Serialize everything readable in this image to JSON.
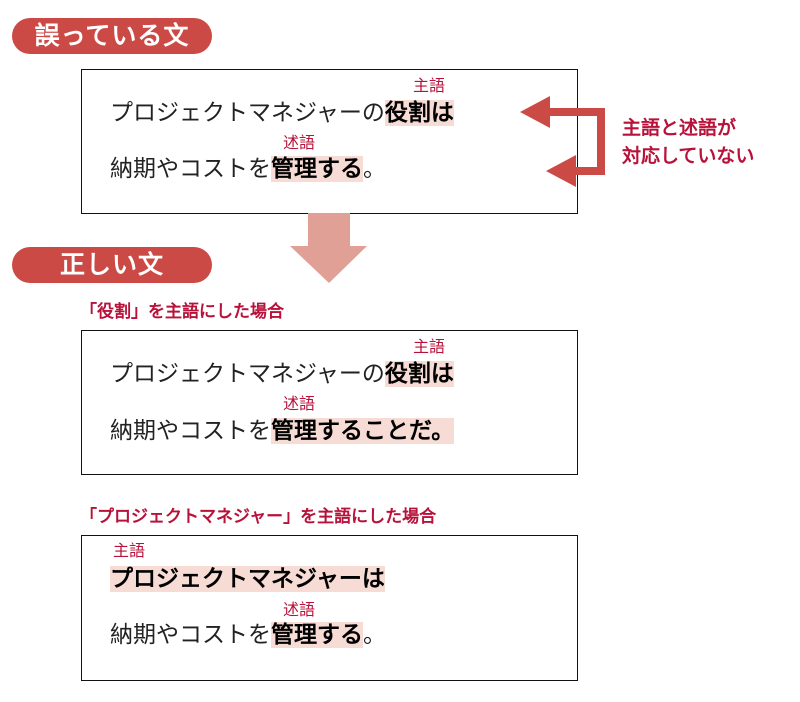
{
  "wrong": {
    "badge": "誤っている文",
    "subject_label": "主語",
    "predicate_label": "述語",
    "line1_plain": "プロジェクトマネジャーの",
    "line1_subject": "役割は",
    "line2_plain": "納期やコストを",
    "line2_predicate": "管理する",
    "line2_end": "。",
    "note_line1": "主語と述語が",
    "note_line2": "対応していない"
  },
  "correct": {
    "badge": "正しい文",
    "case1": {
      "heading": "「役割」を主語にした場合",
      "subject_label": "主語",
      "predicate_label": "述語",
      "line1_plain": "プロジェクトマネジャーの",
      "line1_subject": "役割は",
      "line2_plain": "納期やコストを",
      "line2_predicate": "管理することだ。"
    },
    "case2": {
      "heading": "「プロジェクトマネジャー」を主語にした場合",
      "subject_label": "主語",
      "predicate_label": "述語",
      "line1_subject": "プロジェクトマネジャーは",
      "line2_plain": "納期やコストを",
      "line2_predicate": "管理する",
      "line2_end": "。"
    }
  },
  "colors": {
    "accent": "#cc4a45",
    "label": "#b8123a",
    "highlight": "#f7dcd6",
    "down_arrow": "#e0a096"
  }
}
